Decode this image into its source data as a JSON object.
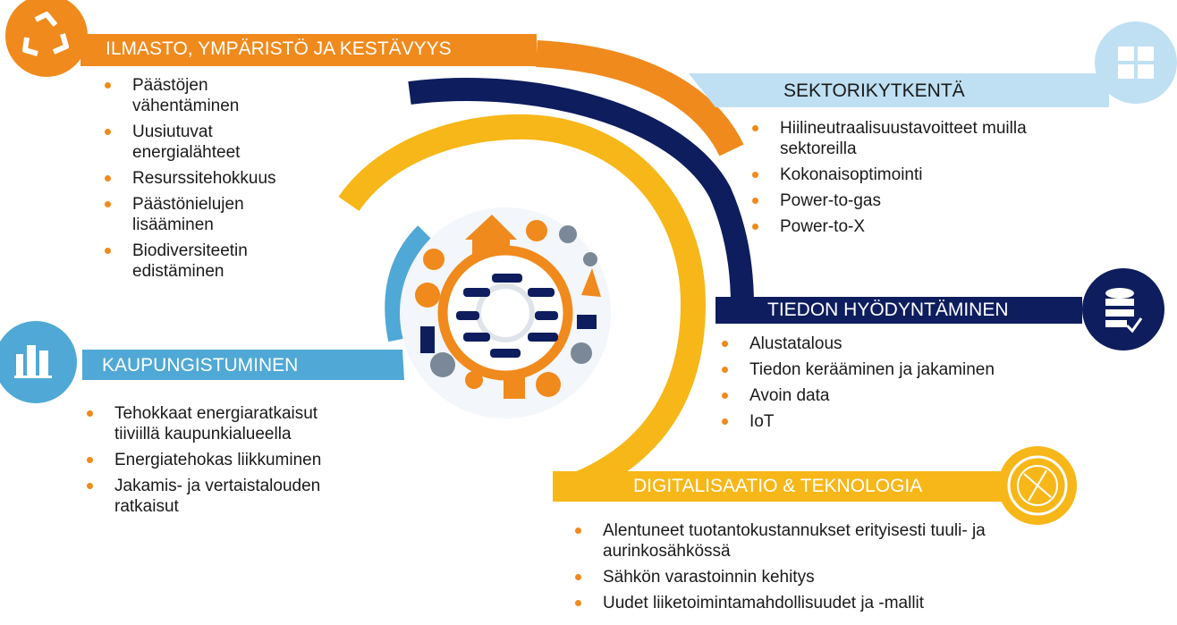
{
  "colors": {
    "orange": "#F08A1C",
    "yellow": "#F7B718",
    "navy": "#0E1D5E",
    "blue": "#4FA8D5",
    "light_blue": "#BFE0F2",
    "bullet": "#F08A1C"
  },
  "sections": {
    "climate": {
      "title": "ILMASTO, YMPÄRISTÖ JA KESTÄVYYS",
      "icon": "recycle-icon",
      "items": [
        "Päästöjen vähentäminen",
        "Uusiutuvat energialähteet",
        "Resurssitehokkuus",
        "Päästönielujen lisääminen",
        "Biodiversiteetin edistäminen"
      ]
    },
    "sector": {
      "title": "SEKTORIKYTKENTÄ",
      "icon": "puzzle-icon",
      "items": [
        "Hiilineutraalisuustavoitteet muilla sektoreilla",
        "Kokonaisoptimointi",
        "Power-to-gas",
        "Power-to-X"
      ]
    },
    "data": {
      "title": "TIEDON HYÖDYNTÄMINEN",
      "icon": "database-icon",
      "items": [
        "Alustatalous",
        "Tiedon kerääminen ja jakaminen",
        "Avoin data",
        "IoT"
      ]
    },
    "urban": {
      "title": "KAUPUNGISTUMINEN",
      "icon": "buildings-icon",
      "items": [
        "Tehokkaat energiaratkaisut tiiviillä kaupunkialueella",
        "Energiatehokas liikkuminen",
        "Jakamis- ja vertaistalouden ratkaisut"
      ]
    },
    "digital": {
      "title": "DIGITALISAATIO & TEKNOLOGIA",
      "icon": "circuit-icon",
      "items": [
        "Alentuneet tuotantokustannukset erityisesti tuuli- ja aurinkosähkössä",
        "Sähkön varastoinnin kehitys",
        "Uudet liiketoimintamahdollisuudet ja -mallit"
      ]
    }
  }
}
